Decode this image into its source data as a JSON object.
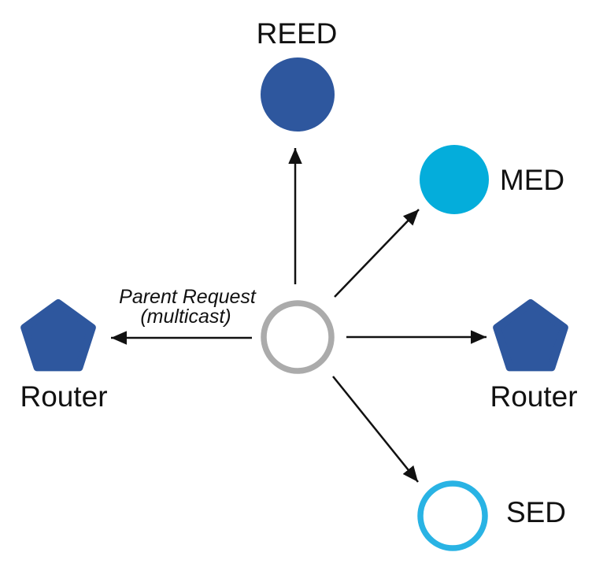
{
  "colors": {
    "node_blue": "#2E579E",
    "med_cyan": "#04ADDB",
    "sed_cyan": "#29B3E4",
    "center_gray": "#ABABAB",
    "arrow": "#111111",
    "text": "#111111",
    "background": "#FFFFFF"
  },
  "annotation": {
    "line1": "Parent Request",
    "line2": "(multicast)"
  },
  "nodes": {
    "reed": {
      "label": "REED",
      "shape": "filled-circle"
    },
    "med": {
      "label": "MED",
      "shape": "filled-circle"
    },
    "router_right": {
      "label": "Router",
      "shape": "pentagon"
    },
    "sed": {
      "label": "SED",
      "shape": "outlined-circle"
    },
    "router_left": {
      "label": "Router",
      "shape": "pentagon"
    },
    "center": {
      "shape": "outlined-circle"
    }
  },
  "edges": [
    {
      "from": "center",
      "to": "reed"
    },
    {
      "from": "center",
      "to": "med"
    },
    {
      "from": "center",
      "to": "router_right"
    },
    {
      "from": "center",
      "to": "sed"
    },
    {
      "from": "center",
      "to": "router_left"
    }
  ]
}
